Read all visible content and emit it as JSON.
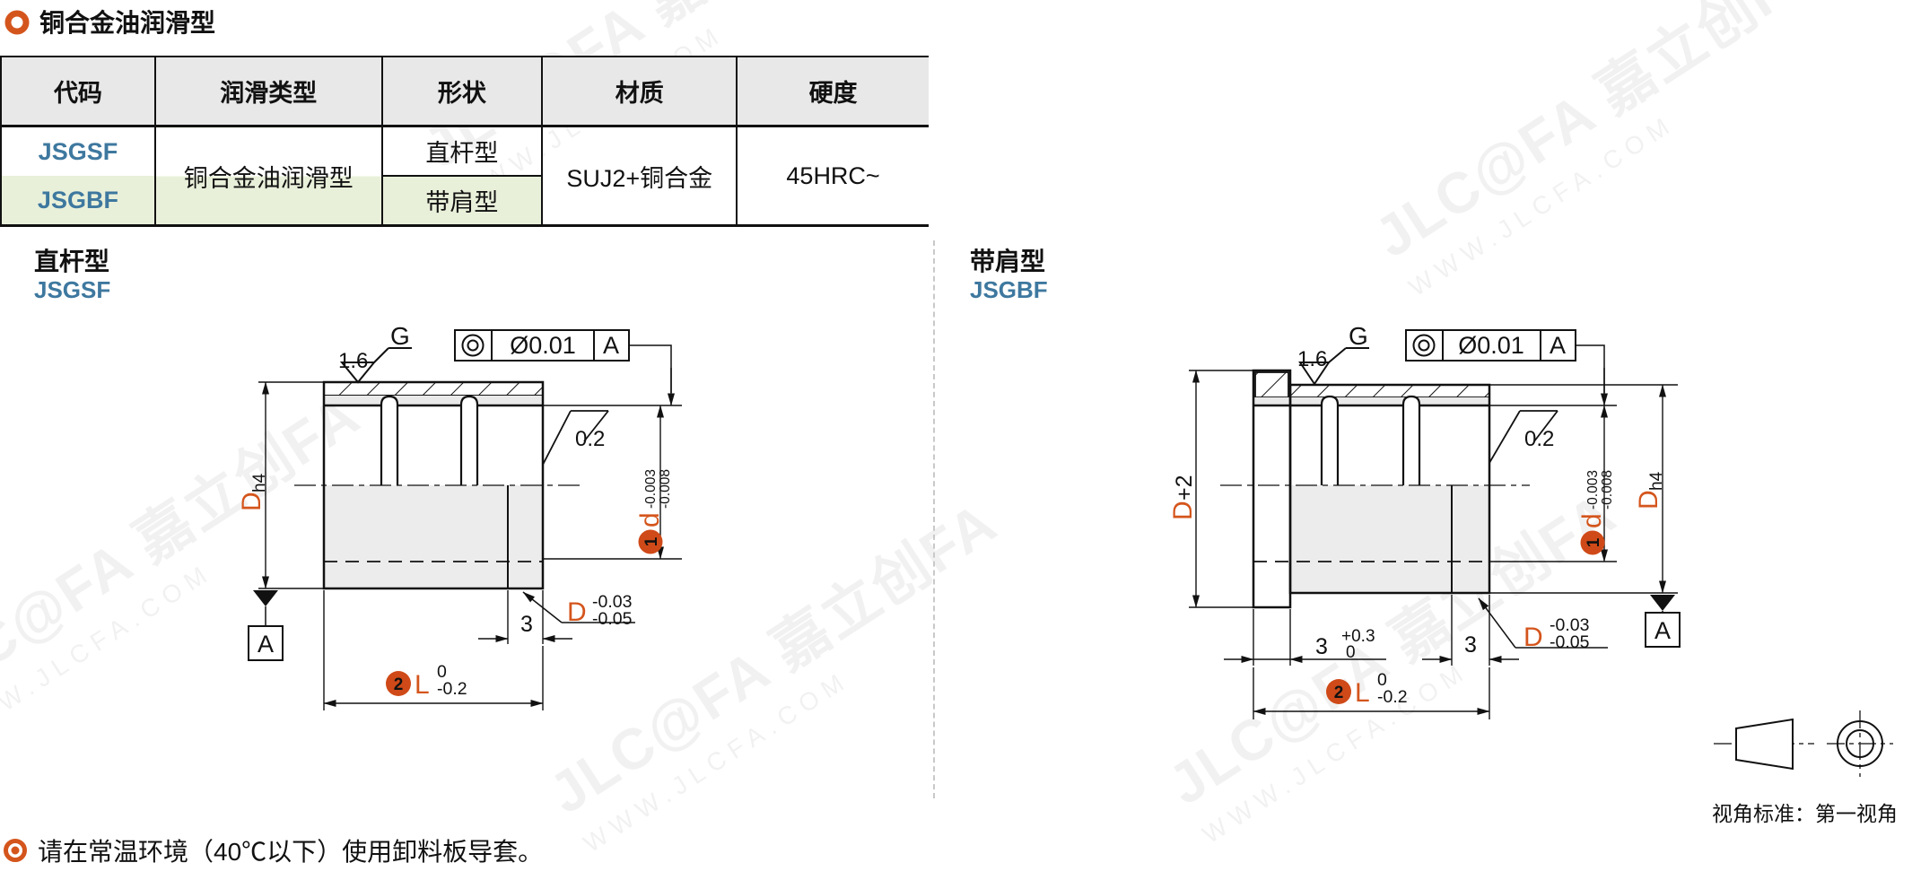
{
  "header": {
    "title": "铜合金油润滑型"
  },
  "table": {
    "headers": [
      "代码",
      "润滑类型",
      "形状",
      "材质",
      "硬度"
    ],
    "col_code": {
      "row1": "JSGSF",
      "row2": "JSGBF"
    },
    "lubrication": "铜合金油润滑型",
    "shape": {
      "row1": "直杆型",
      "row2": "带肩型"
    },
    "material": "SUJ2+铜合金",
    "hardness": "45HRC~"
  },
  "sections": {
    "left": {
      "title": "直杆型",
      "code": "JSGSF"
    },
    "right": {
      "title": "带肩型",
      "code": "JSGBF"
    }
  },
  "drawing": {
    "surface_top": {
      "value": "1.6",
      "grade": "G"
    },
    "surface_side": {
      "value": "0.2"
    },
    "tolerance_frame": {
      "value": "Ø0.01",
      "datum": "A"
    },
    "dim_d": {
      "num": "1",
      "letter": "d",
      "tol_upper": "-0.003",
      "tol_lower": "-0.008"
    },
    "dim_D": {
      "letter": "D",
      "tol_upper": "-0.03",
      "tol_lower": "-0.05"
    },
    "dim_L": {
      "num": "2",
      "letter": "L",
      "tol_upper": "0",
      "tol_lower": "-0.2"
    },
    "dim_end": "3",
    "dim_Dh4": {
      "letter": "D",
      "sub": "h4"
    },
    "dim_Dplus2": {
      "letter": "D",
      "suffix": "+2"
    },
    "dim_shoulder": {
      "value": "3",
      "tol_upper": "+0.3",
      "tol_lower": "0"
    },
    "datum_label": "A"
  },
  "projection": {
    "caption": "视角标准：第一视角"
  },
  "note": {
    "text": "请在常温环境（40℃以下）使用卸料板导套。"
  },
  "watermark": {
    "line1": "JLC@FA 嘉立创FA",
    "line2": "WWW.JLCFA.COM"
  },
  "colors": {
    "accent_orange": "#d4551c",
    "code_blue": "#3e789f",
    "row_green": "#e9f0da",
    "header_gray": "#e8e8e8"
  }
}
